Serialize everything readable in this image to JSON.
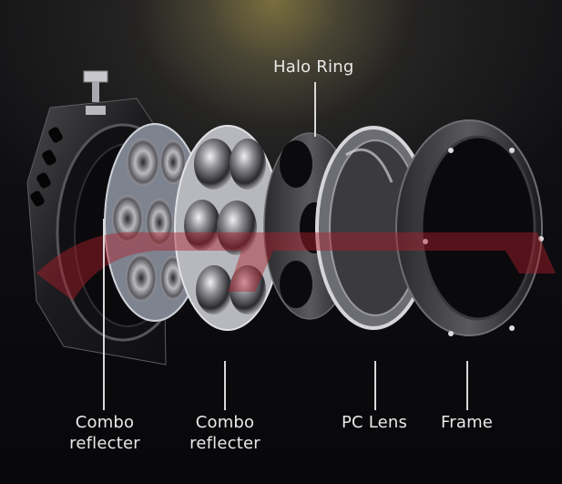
{
  "image": {
    "subject": "Exploded view of a round LED headlight assembly",
    "background_color": "#0b0b0e",
    "spotlight_color": "#968746",
    "watermark_color": "#b0202a"
  },
  "labels": {
    "halo_ring": "Halo Ring",
    "combo_reflecter_1_line1": "Combo",
    "combo_reflecter_1_line2": "reflecter",
    "combo_reflecter_2_line1": "Combo",
    "combo_reflecter_2_line2": "reflecter",
    "pc_lens": "PC Lens",
    "frame": "Frame"
  }
}
